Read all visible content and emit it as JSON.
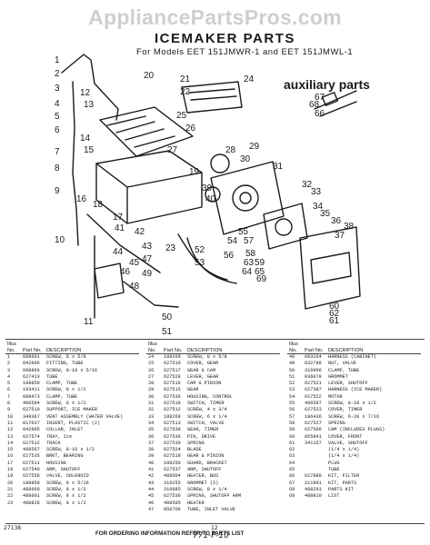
{
  "watermark": "AppliancePartsPros.com",
  "header": {
    "title": "ICEMAKER PARTS",
    "subtitle": "For Models EET 151JMWR-1 and EET 151JMWL-1"
  },
  "auxiliary": {
    "label": "auxiliary parts",
    "callouts": [
      "67",
      "68",
      "66"
    ]
  },
  "callouts": [
    "1",
    "2",
    "3",
    "4",
    "5",
    "6",
    "7",
    "8",
    "9",
    "10",
    "11",
    "12",
    "13",
    "14",
    "15",
    "16",
    "17",
    "18",
    "19",
    "20",
    "21",
    "22",
    "23",
    "24",
    "25",
    "26",
    "27",
    "28",
    "29",
    "30",
    "31",
    "32",
    "33",
    "34",
    "35",
    "36",
    "37",
    "38",
    "39",
    "40",
    "41",
    "42",
    "43",
    "44",
    "45",
    "46",
    "47",
    "48",
    "49",
    "50",
    "51",
    "52",
    "53",
    "54",
    "55",
    "56",
    "57",
    "58",
    "59",
    "60",
    "61",
    "62",
    "63",
    "64",
    "65",
    "69"
  ],
  "table": {
    "col_no": "Illus No.",
    "col_pn": "Part No.",
    "col_desc": "DESCRIPTION",
    "columns": [
      [
        [
          "1",
          "688601",
          "SCREW, 8 x 5/8"
        ],
        [
          "2",
          "842896",
          "FITTING, TUBE"
        ],
        [
          "3",
          "688866",
          "SCREW, 8-18 x 5/16"
        ],
        [
          "4",
          "627413",
          "TUBE"
        ],
        [
          "5",
          "188859",
          "CLAMP, TUBE"
        ],
        [
          "6",
          "193411",
          "SCREW, 8 x 1/2"
        ],
        [
          "7",
          "688473",
          "CLAMP, TUBE"
        ],
        [
          "8",
          "486594",
          "SCREW, 8 x 1/2"
        ],
        [
          "9",
          "627510",
          "SUPPORT, ICE MAKER"
        ],
        [
          "10",
          "349367",
          "VENT ASSEMBLY (WATER VALVE)"
        ],
        [
          "11",
          "817037",
          "INSERT, PLASTIC (2)"
        ],
        [
          "12",
          "842895",
          "COLLAR, INLET"
        ],
        [
          "13",
          "627574",
          "TRAY, Ice"
        ],
        [
          "14",
          "627512",
          "TRACK"
        ],
        [
          "15",
          "488567",
          "SCREW, 8-16 x 1/2"
        ],
        [
          "16",
          "627535",
          "BRKT, BEARING"
        ],
        [
          "17",
          "627511",
          "HOUSING"
        ],
        [
          "18",
          "627540",
          "ARM, SHUTOFF"
        ],
        [
          "19",
          "627558",
          "VALVE, SOLENOID"
        ],
        [
          "20",
          "188859",
          "SCREW, 8 x 5/16"
        ],
        [
          "21",
          "488600",
          "SCREW, 8 x 1/2"
        ],
        [
          "22",
          "488601",
          "SCREW, 8 x 1/2"
        ],
        [
          "23",
          "488828",
          "SCREW, 8 x 1/2"
        ]
      ],
      [
        [
          "24",
          "188269",
          "SCREW, 8 x 5/8"
        ],
        [
          "25",
          "627519",
          "COVER, GEAR"
        ],
        [
          "26",
          "627517",
          "GEAR & CAM"
        ],
        [
          "27",
          "627528",
          "LEVER, GEAR"
        ],
        [
          "28",
          "627516",
          "CAM & PINION"
        ],
        [
          "29",
          "627515",
          "GEAR"
        ],
        [
          "30",
          "627536",
          "HOUSING, CONTROL"
        ],
        [
          "31",
          "627518",
          "SWITCH, TIMER"
        ],
        [
          "32",
          "627512",
          "SCREW, 4 x 3/4"
        ],
        [
          "33",
          "188268",
          "SCREW, 6 x 1/4"
        ],
        [
          "34",
          "627513",
          "SWITCH, VALVE"
        ],
        [
          "35",
          "627538",
          "GEAR, TIMER"
        ],
        [
          "36",
          "627536",
          "PIN, DRIVE"
        ],
        [
          "37",
          "627539",
          "SPRING"
        ],
        [
          "38",
          "627524",
          "BLADE"
        ],
        [
          "39",
          "627518",
          "GEAR & PINION"
        ],
        [
          "40",
          "188259",
          "GUARD, BRACKET"
        ],
        [
          "41",
          "627537",
          "ARM, SHUTOFF"
        ],
        [
          "42",
          "488504",
          "HEATER, BUS"
        ],
        [
          "43",
          "316255",
          "GROMMET (2)"
        ],
        [
          "44",
          "316985",
          "SCREW, 8 x 1/4"
        ],
        [
          "45",
          "627536",
          "SPRING, SHUTOFF ARM"
        ],
        [
          "46",
          "488505",
          "HEATER"
        ],
        [
          "47",
          "856708",
          "TUBE, INLET VALVE"
        ]
      ],
      [
        [
          "48",
          "683264",
          "HARNESS (CABINET)"
        ],
        [
          "49",
          "832788",
          "NUT, VALVE"
        ],
        [
          "50",
          "316996",
          "CLAMP, TUBE"
        ],
        [
          "51",
          "836079",
          "GROMMET"
        ],
        [
          "52",
          "627521",
          "LEVER, SHUTOFF"
        ],
        [
          "53",
          "627387",
          "HARNESS (ICE MAKER)"
        ],
        [
          "54",
          "627522",
          "MOTOR"
        ],
        [
          "55",
          "486587",
          "SCREW, 8-18 x 1/2"
        ],
        [
          "56",
          "627523",
          "COVER, TIMER"
        ],
        [
          "57",
          "186436",
          "SCREW, 6-20 x 7/16"
        ],
        [
          "58",
          "627527",
          "SPRING"
        ],
        [
          "59",
          "627506",
          "CAM (INCLUDES PLUGS)"
        ],
        [
          "60",
          "855841",
          "COVER, FRONT"
        ],
        [
          "61",
          "341157",
          "VALVE, SHUTOFF"
        ],
        [
          "62",
          "",
          "(1/4 x 1/4)"
        ],
        [
          "63",
          "",
          "(1/4 x 1/4)"
        ],
        [
          "64",
          "",
          "PLUG"
        ],
        [
          "65",
          "",
          "TUBE"
        ],
        [
          "66",
          "627888",
          "KIT, FILTER"
        ],
        [
          "67",
          "211991",
          "KIT, PARTS"
        ],
        [
          "68",
          "488291",
          "PARTS KIT"
        ],
        [
          "69",
          "488810",
          "LIST"
        ]
      ]
    ]
  },
  "footer": {
    "note": "FOR ORDERING INFORMATION REFER TO PARTS LIST",
    "code": "27138",
    "page": "12",
    "handwritten": "771-F-10"
  }
}
